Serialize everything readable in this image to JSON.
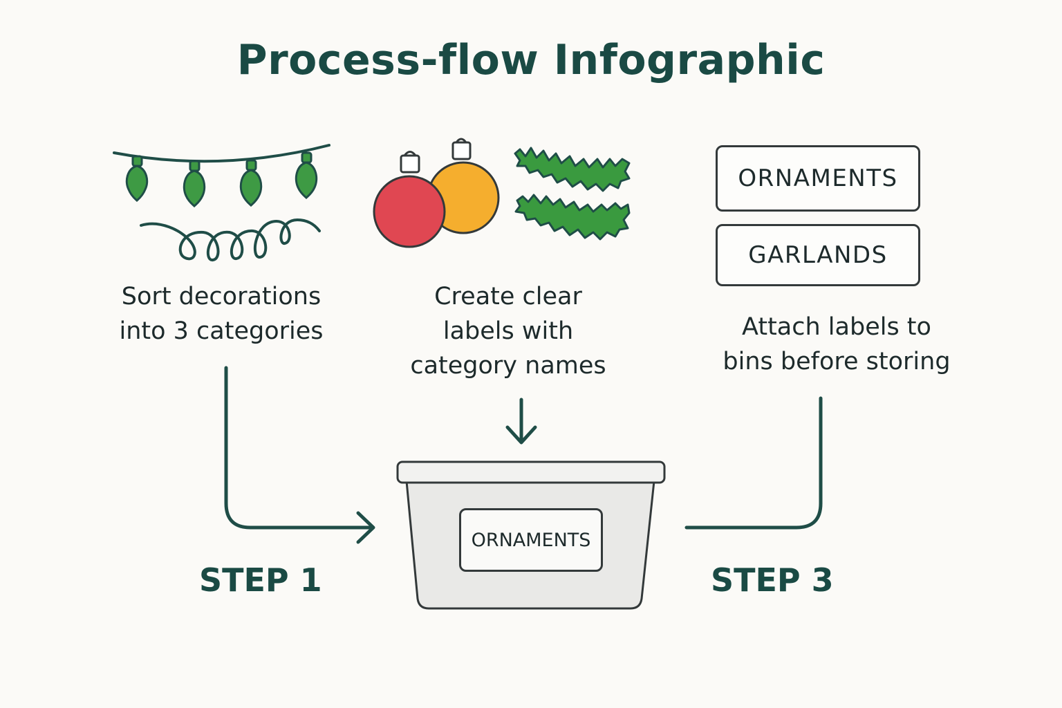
{
  "title": "Process-flow Infographic",
  "steps": [
    {
      "caption_lines": [
        "Sort decorations",
        "into 3 categories"
      ],
      "label": "STEP 1"
    },
    {
      "caption_lines": [
        "Create clear",
        "labels with",
        "category names"
      ]
    },
    {
      "caption_lines": [
        "Attach labels to",
        "bins before storing"
      ],
      "label": "STEP 3"
    }
  ],
  "label_cards": [
    "ORNAMENTS",
    "GARLANDS"
  ],
  "bin_label": "ORNAMENTS",
  "icons": {
    "step1": [
      "string-lights-icon",
      "curly-wire-icon"
    ],
    "step2": [
      "red-ornament-icon",
      "orange-ornament-icon",
      "garland-icon"
    ],
    "bin": "storage-bin-icon"
  },
  "colors": {
    "heading": "#1a4a44",
    "flow_line": "#1f4d47",
    "bulb_green": "#3e9a44",
    "ornament_red": "#e04752",
    "ornament_orange": "#f5ae2e",
    "garland_green": "#3a9a3f",
    "bin_fill": "#e9e9e7",
    "outline": "#33393a"
  }
}
